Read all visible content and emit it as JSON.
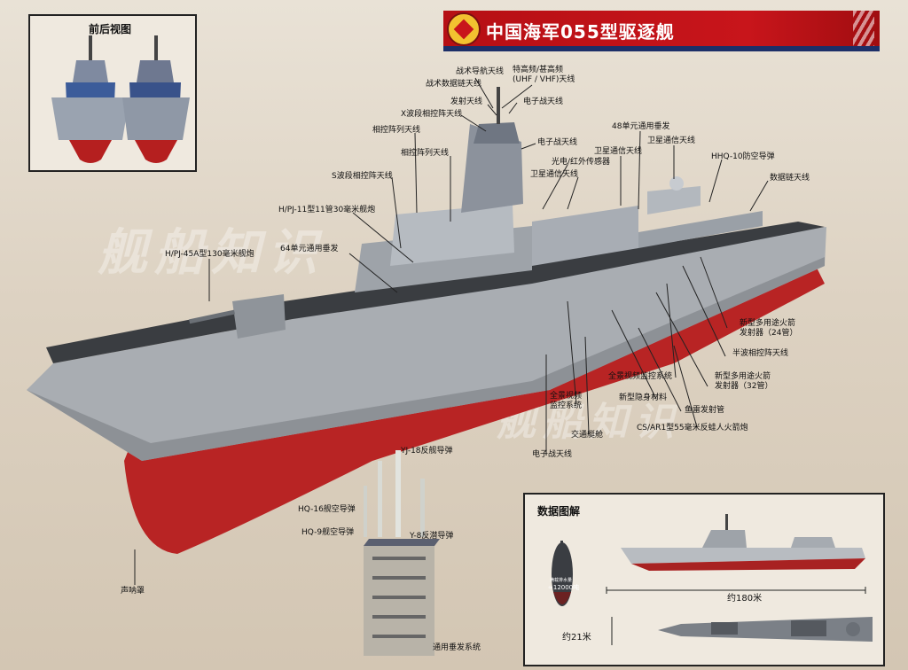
{
  "title": "中国海军055型驱逐舰",
  "watermark": "舰船知识",
  "inset_views": {
    "title": "前后视图"
  },
  "data_panel": {
    "title": "数据图解",
    "displacement_label": "满载排水量",
    "displacement_value": "≈12000吨",
    "length": "约180米",
    "beam": "约21米"
  },
  "labels": {
    "tac_nav": "战术导航天线",
    "uhf_vhf": "特高频/甚高频\n(UHF / VHF)天线",
    "tac_datalink": "战术数据链天线",
    "launch_antenna": "发射天线",
    "ew_top": "电子战天线",
    "x_band": "X波段相控阵天线",
    "phased_array_1": "相控阵列天线",
    "ew_mid": "电子战天线",
    "phased_array_2": "相控阵列天线",
    "s_band": "S波段相控阵天线",
    "eo_ir": "光电/红外传感器",
    "satcom_1": "卫星通信天线",
    "satcom_2": "卫星通信天线",
    "vls48": "48单元通用垂发",
    "satcom_3": "卫星通信天线",
    "hhq10": "HHQ-10防空导弹",
    "datalink": "数据链天线",
    "pj11": "H/PJ-11型11管30毫米舰炮",
    "vls64": "64单元通用垂发",
    "pj45": "H/PJ-45A型130毫米舰炮",
    "rocket24": "新型多用途火箭\n发射器（24管）",
    "hf_antenna": "半波相控阵天线",
    "panoramic_1": "全景视频监控系统",
    "rocket32": "新型多用途火箭\n发射器（32管）",
    "stealth": "新型隐身材料",
    "panoramic_2": "全景视频\n监控系统",
    "torpedo": "鱼雷发射管",
    "boat": "交通艇舱",
    "cs_ar1": "CS/AR1型55毫米反蛙人火箭炮",
    "ew_low": "电子战天线",
    "sonar": "声呐罩",
    "yj18": "YJ-18反舰导弹",
    "hq16": "HQ-16舰空导弹",
    "hq9": "HQ-9舰空导弹",
    "y8": "Y-8反潜导弹",
    "universal_vls": "通用垂发系统"
  }
}
